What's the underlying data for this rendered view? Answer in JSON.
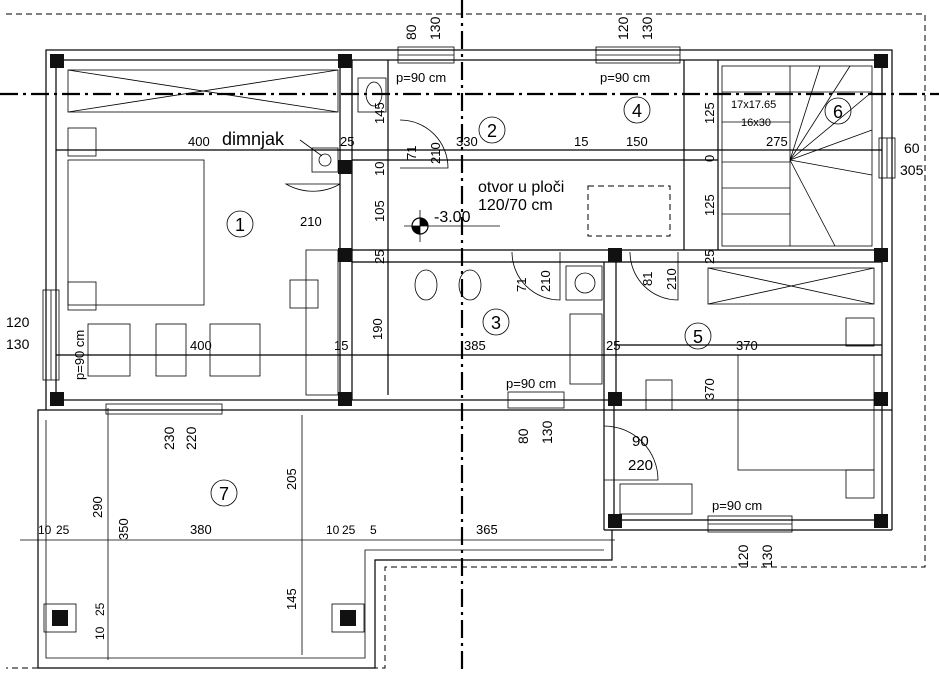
{
  "rooms": [
    {
      "id": "room-1",
      "label": "1"
    },
    {
      "id": "room-2",
      "label": "2"
    },
    {
      "id": "room-3",
      "label": "3"
    },
    {
      "id": "room-4",
      "label": "4"
    },
    {
      "id": "room-5",
      "label": "5"
    },
    {
      "id": "room-6",
      "label": "6"
    },
    {
      "id": "room-7",
      "label": "7"
    }
  ],
  "annotations": {
    "chimney": "dimnjak",
    "slab_opening_line1": "otvor u ploči",
    "slab_opening_line2": "120/70 cm",
    "level_mark": "-3.00",
    "stairs_line1": "17x17.65",
    "stairs_line2": "16x30"
  },
  "windows": [
    {
      "id": "window-top-left",
      "text": "p=90 cm",
      "w": "80",
      "h": "130"
    },
    {
      "id": "window-top-right",
      "text": "p=90 cm",
      "w": "120",
      "h": "130"
    },
    {
      "id": "window-left",
      "text": "p=90 cm",
      "w": "120",
      "h": "130"
    },
    {
      "id": "window-bath",
      "text": "p=90 cm",
      "w": "80",
      "h": "130"
    },
    {
      "id": "window-bottom-right",
      "text": "p=90 cm",
      "w": "120",
      "h": "130"
    },
    {
      "id": "window-right",
      "w": "60",
      "h": "305"
    },
    {
      "id": "door-terrace",
      "w": "230",
      "h": "220"
    }
  ],
  "dimensions": {
    "d400_top": "400",
    "d25_a": "25",
    "d330": "330",
    "d15_a": "15",
    "d150": "150",
    "d275": "275",
    "d125_a": "125",
    "d0": "0",
    "d125_b": "125",
    "d25_b": "25",
    "d145": "145",
    "d10": "10",
    "d105": "105",
    "d71_a": "71",
    "d210_a": "210",
    "d210_b": "210",
    "d25_c": "25",
    "d71_b": "71",
    "d210_c": "210",
    "d81": "81",
    "d210_d": "210",
    "d190": "190",
    "d400_mid": "400",
    "d15_b": "15",
    "d385": "385",
    "d25_d": "25",
    "d370_h": "370",
    "d370_v": "370",
    "d90": "90",
    "d220": "220",
    "d290": "290",
    "d350": "350",
    "d380": "380",
    "d205": "205",
    "d365": "365",
    "d145_b": "145",
    "d10_a": "10",
    "d25_e": "25",
    "d10_b": "10",
    "d25_f": "25",
    "d5": "5",
    "d10_c": "10",
    "d25_g": "25"
  }
}
